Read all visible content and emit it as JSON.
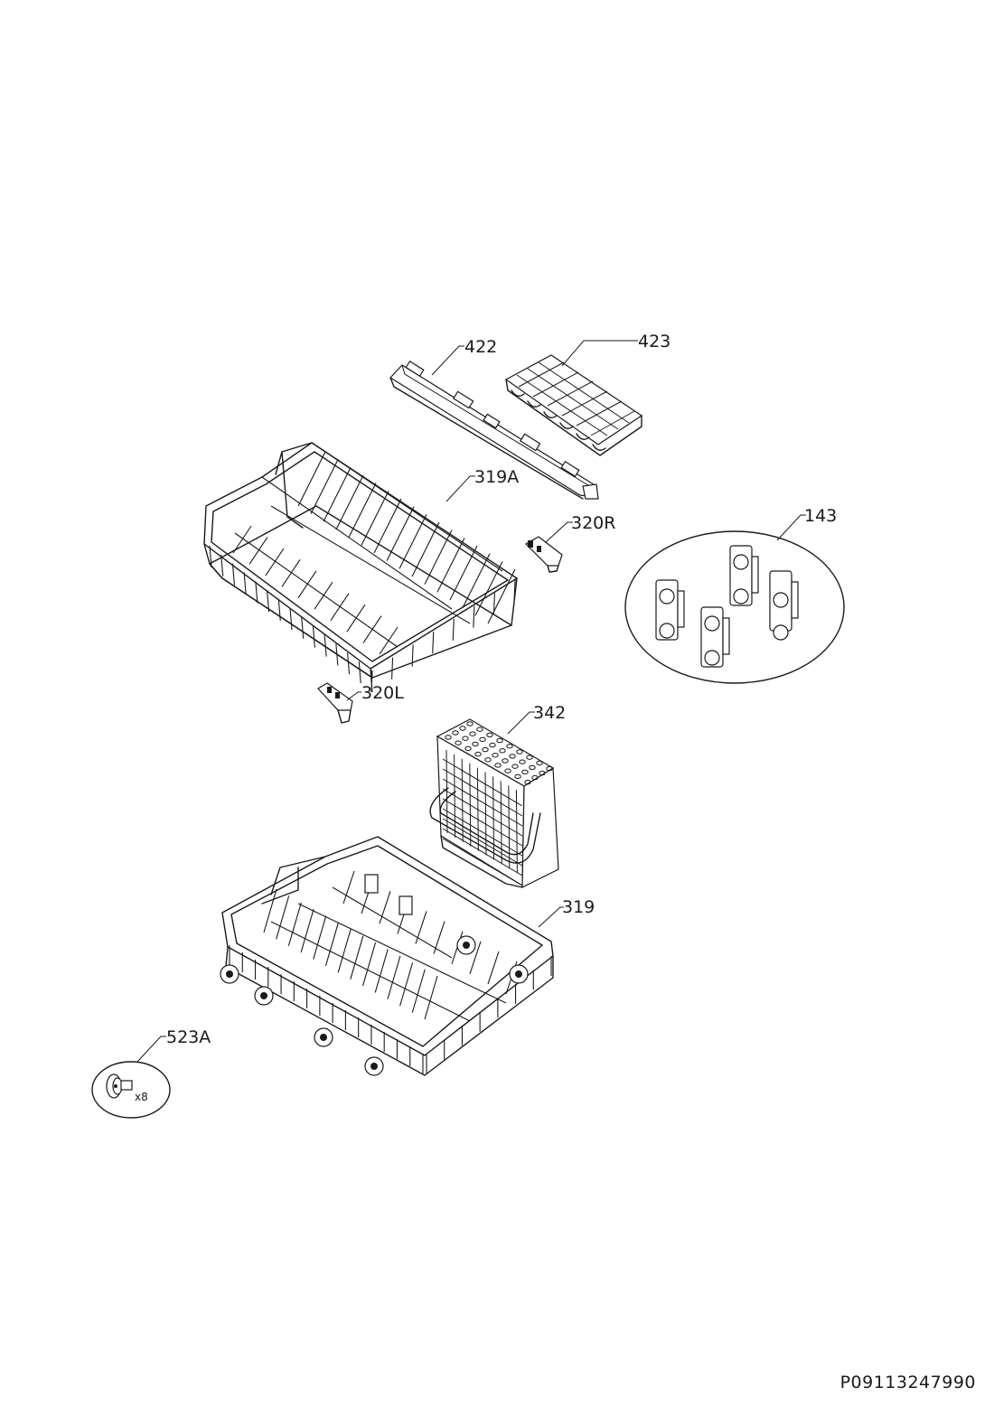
{
  "labels": {
    "p422": "422",
    "p423": "423",
    "p319A": "319A",
    "p320R": "320R",
    "p143": "143",
    "p320L": "320L",
    "p342": "342",
    "p319": "319",
    "p523A": "523A"
  },
  "quantity_note": "x8",
  "drawing_code": "P09113247990"
}
